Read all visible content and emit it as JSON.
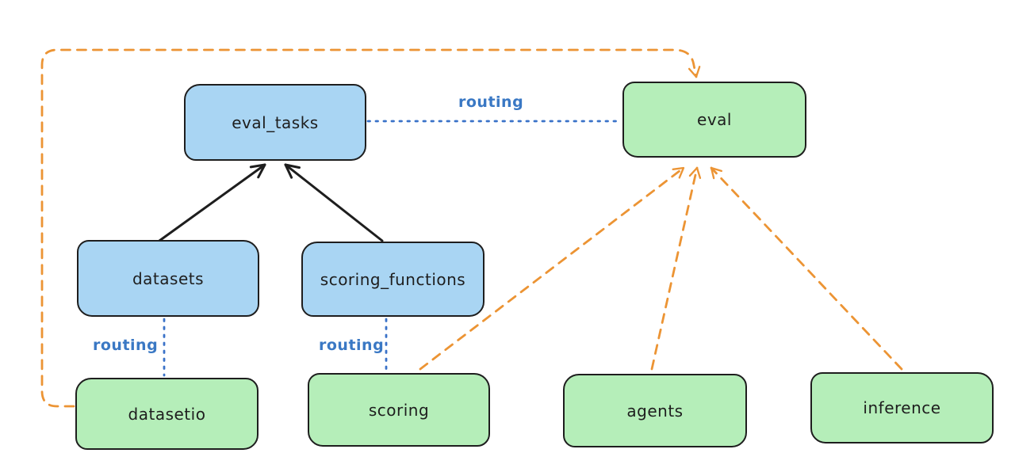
{
  "diagram": {
    "kind": "api-provider-routing-diagram",
    "nodes": {
      "eval_tasks": {
        "label": "eval_tasks",
        "fill": "blue"
      },
      "eval": {
        "label": "eval",
        "fill": "green"
      },
      "datasets": {
        "label": "datasets",
        "fill": "blue"
      },
      "scoring_functions": {
        "label": "scoring_functions",
        "fill": "blue"
      },
      "datasetio": {
        "label": "datasetio",
        "fill": "green"
      },
      "scoring": {
        "label": "scoring",
        "fill": "green"
      },
      "agents": {
        "label": "agents",
        "fill": "green"
      },
      "inference": {
        "label": "inference",
        "fill": "green"
      }
    },
    "edges": [
      {
        "from": "eval_tasks",
        "to": "eval",
        "style": "dotted",
        "color": "blue",
        "label": "routing"
      },
      {
        "from": "datasets",
        "to": "datasetio",
        "style": "dotted",
        "color": "blue",
        "label": "routing"
      },
      {
        "from": "scoring_functions",
        "to": "scoring",
        "style": "dotted",
        "color": "blue",
        "label": "routing"
      },
      {
        "from": "datasets",
        "to": "eval_tasks",
        "style": "solid-arrow",
        "color": "black"
      },
      {
        "from": "scoring_functions",
        "to": "eval_tasks",
        "style": "solid-arrow",
        "color": "black"
      },
      {
        "from": "scoring",
        "to": "eval",
        "style": "dashed-arrow",
        "color": "orange"
      },
      {
        "from": "agents",
        "to": "eval",
        "style": "dashed-arrow",
        "color": "orange"
      },
      {
        "from": "inference",
        "to": "eval",
        "style": "dashed-arrow",
        "color": "orange"
      },
      {
        "from": "datasetio",
        "to": "eval",
        "style": "dashed-arrow-elbow",
        "color": "orange"
      }
    ],
    "colors": {
      "blue_node_fill": "#a9d5f3",
      "green_node_fill": "#b5eeb9",
      "node_border": "#1e1e1e",
      "routing_blue": "#3a78c4",
      "dashed_orange": "#ec9434",
      "arrow_black": "#1e1e1e",
      "background": "#ffffff"
    }
  }
}
